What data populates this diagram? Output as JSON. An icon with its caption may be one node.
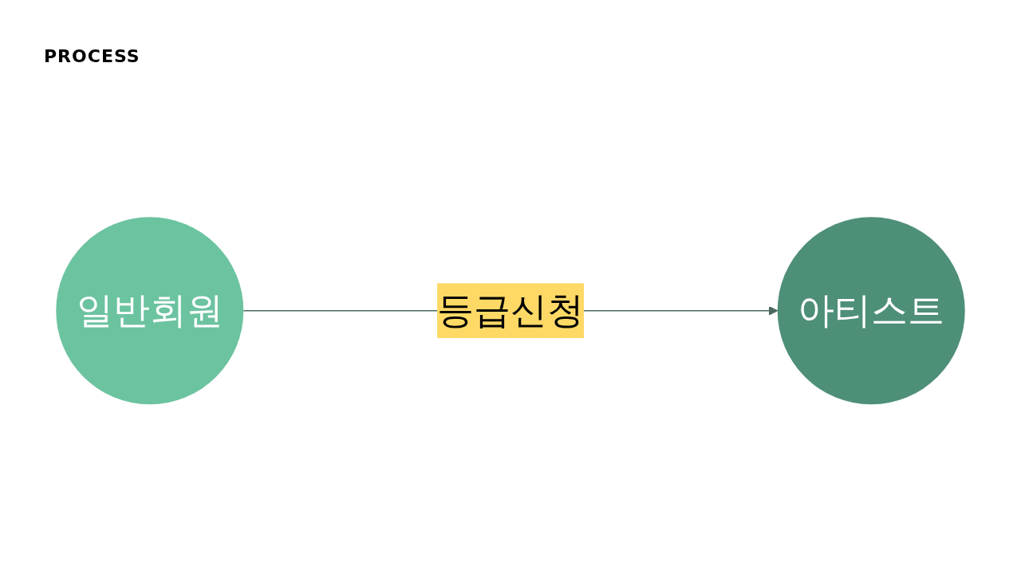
{
  "diagram": {
    "title": "PROCESS",
    "nodes": [
      {
        "text": [
          "일반회원"
        ]
      },
      {
        "text": [
          "아티스트"
        ]
      }
    ],
    "edges": [
      {
        "from": 0,
        "to": 1,
        "label": "등급신청",
        "arrow": "to"
      }
    ]
  }
}
